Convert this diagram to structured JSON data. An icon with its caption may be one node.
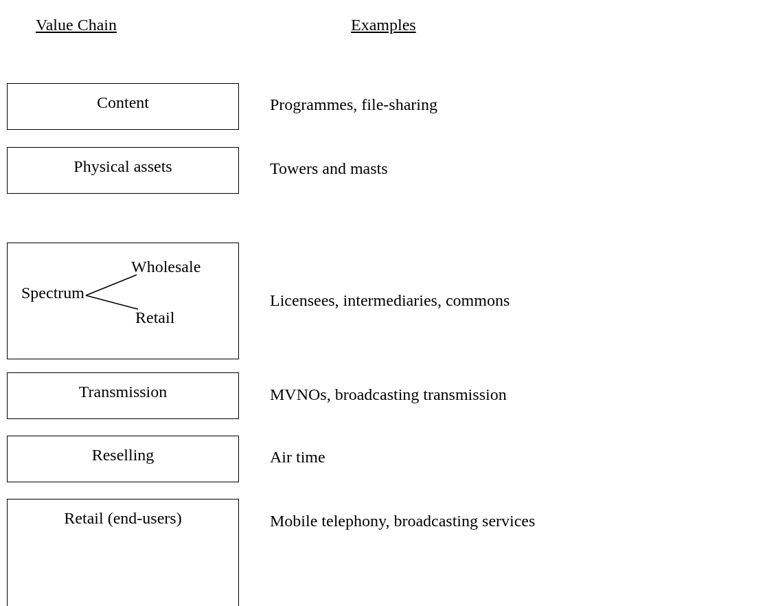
{
  "diagram": {
    "nodes": [
      {
        "text": [
          "Content"
        ]
      },
      {
        "text": [
          "Physical assets"
        ]
      },
      {
        "text": [],
        "shape": "box"
      },
      {
        "text": [
          "Spectrum"
        ],
        "in": 2
      },
      {
        "text": [
          "Wholesale"
        ],
        "in": 2
      },
      {
        "text": [
          "Retail"
        ],
        "in": 2
      },
      {
        "text": [
          "Transmission"
        ]
      },
      {
        "text": [
          "Reselling"
        ]
      },
      {
        "text": [
          "Retail (end-users)"
        ]
      }
    ],
    "edges": [
      {
        "from": 3,
        "to": 4,
        "arrow": "none"
      },
      {
        "from": 3,
        "to": 5,
        "arrow": "none"
      }
    ],
    "labels": [
      "Value Chain",
      "Examples",
      "Programmes, file-sharing",
      "Towers and masts",
      "Licensees, intermediaries, commons",
      "MVNOs, broadcasting transmission",
      "Air time",
      "Mobile telephony, broadcasting services"
    ]
  }
}
